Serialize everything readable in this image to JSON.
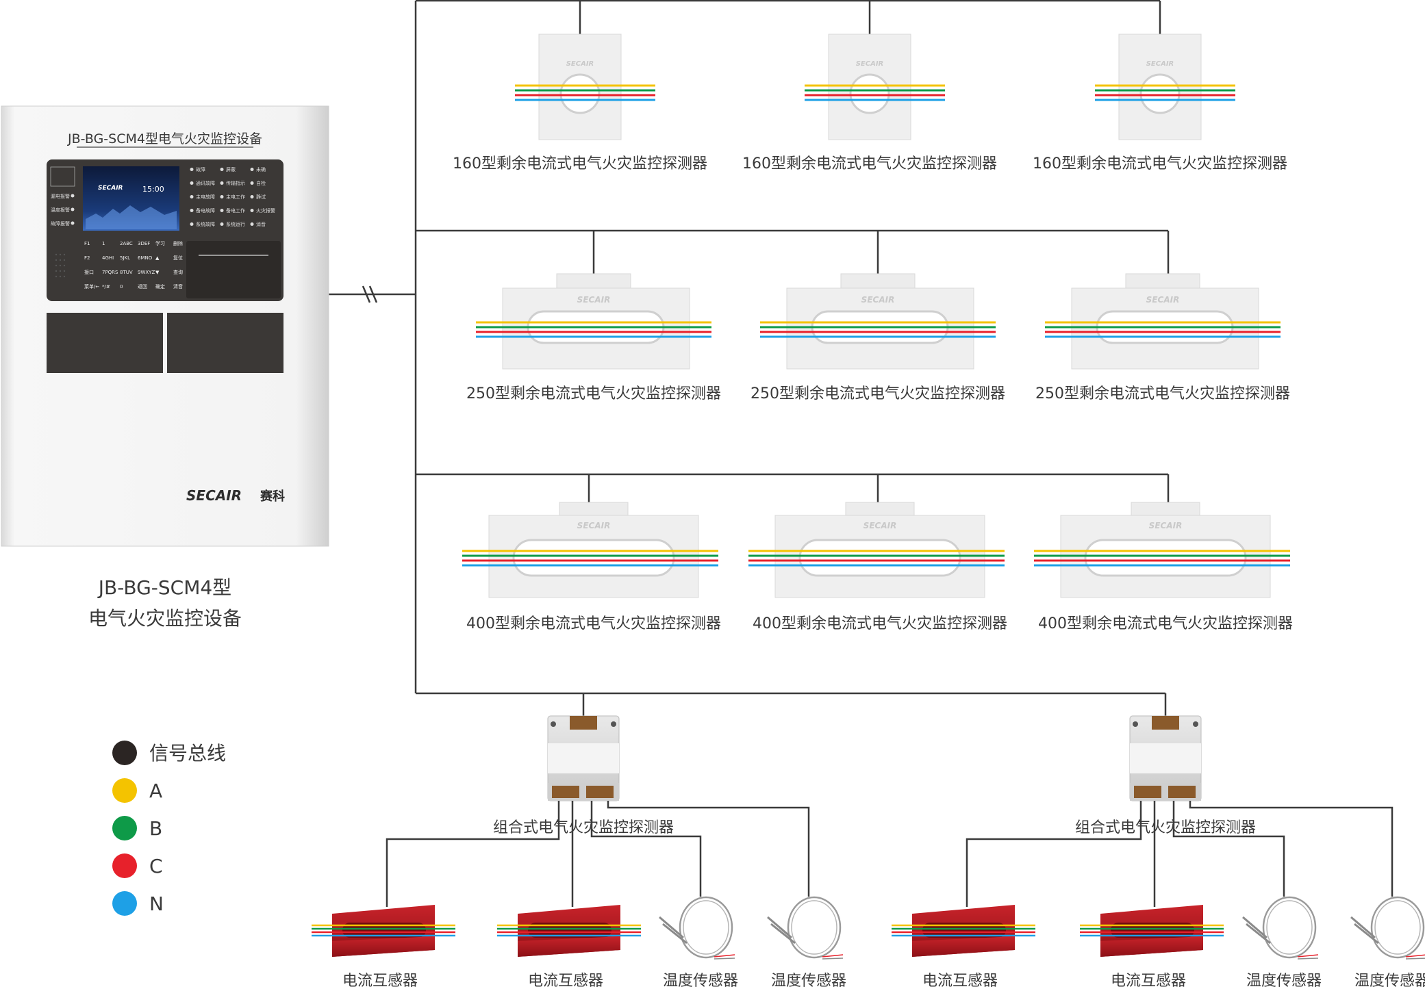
{
  "panel": {
    "title": "JB-BG-SCM4型电气火灾监控设备",
    "caption_line1": "JB-BG-SCM4型",
    "caption_line2": "电气火灾监控设备",
    "brand": "SECAIR",
    "brand_cn": "赛科",
    "screen_time": "15:00",
    "left_indicators": [
      "漏电报警",
      "温度报警",
      "故障报警"
    ],
    "status_labels": [
      "故障",
      "屏蔽",
      "未确",
      "通讯故障",
      "传输指示",
      "自检",
      "主电故障",
      "主电工作",
      "静试",
      "备电故障",
      "备电工作",
      "火灾报警",
      "系统故障",
      "系统运行",
      "消音"
    ],
    "keypad": [
      "F1",
      "1",
      "2ABC",
      "3DEF",
      "学习",
      "删除",
      "F2",
      "4GHI",
      "5JKL",
      "6MNO",
      "▲",
      "复位",
      "接口",
      "7PQRS",
      "8TUV",
      "9WXYZ",
      "▼",
      "查询",
      "菜单/←",
      "*/#",
      "0",
      "返回",
      "确定",
      "清音"
    ]
  },
  "detectors": {
    "row160": [
      "160型剩余电流式电气火灾监控探测器",
      "160型剩余电流式电气火灾监控探测器",
      "160型剩余电流式电气火灾监控探测器"
    ],
    "row250": [
      "250型剩余电流式电气火灾监控探测器",
      "250型剩余电流式电气火灾监控探测器",
      "250型剩余电流式电气火灾监控探测器"
    ],
    "row400": [
      "400型剩余电流式电气火灾监控探测器",
      "400型剩余电流式电气火灾监控探测器",
      "400型剩余电流式电气火灾监控探测器"
    ],
    "device_brand": "SECAIR"
  },
  "combo": {
    "labels": [
      "组合式电气火灾监控探测器",
      "组合式电气火灾监控探测器"
    ],
    "sensors_left": [
      "电流互感器",
      "电流互感器",
      "温度传感器",
      "温度传感器"
    ],
    "sensors_right": [
      "电流互感器",
      "电流互感器",
      "温度传感器",
      "温度传感器"
    ]
  },
  "legend": [
    {
      "label": "信号总线",
      "color": "#2b2523"
    },
    {
      "label": "A",
      "color": "#f4c300"
    },
    {
      "label": "B",
      "color": "#0e9a48"
    },
    {
      "label": "C",
      "color": "#e7212b"
    },
    {
      "label": "N",
      "color": "#1ea0e6"
    }
  ],
  "wire_colors": [
    "#f4c300",
    "#0e9a48",
    "#e7212b",
    "#1ea0e6"
  ]
}
